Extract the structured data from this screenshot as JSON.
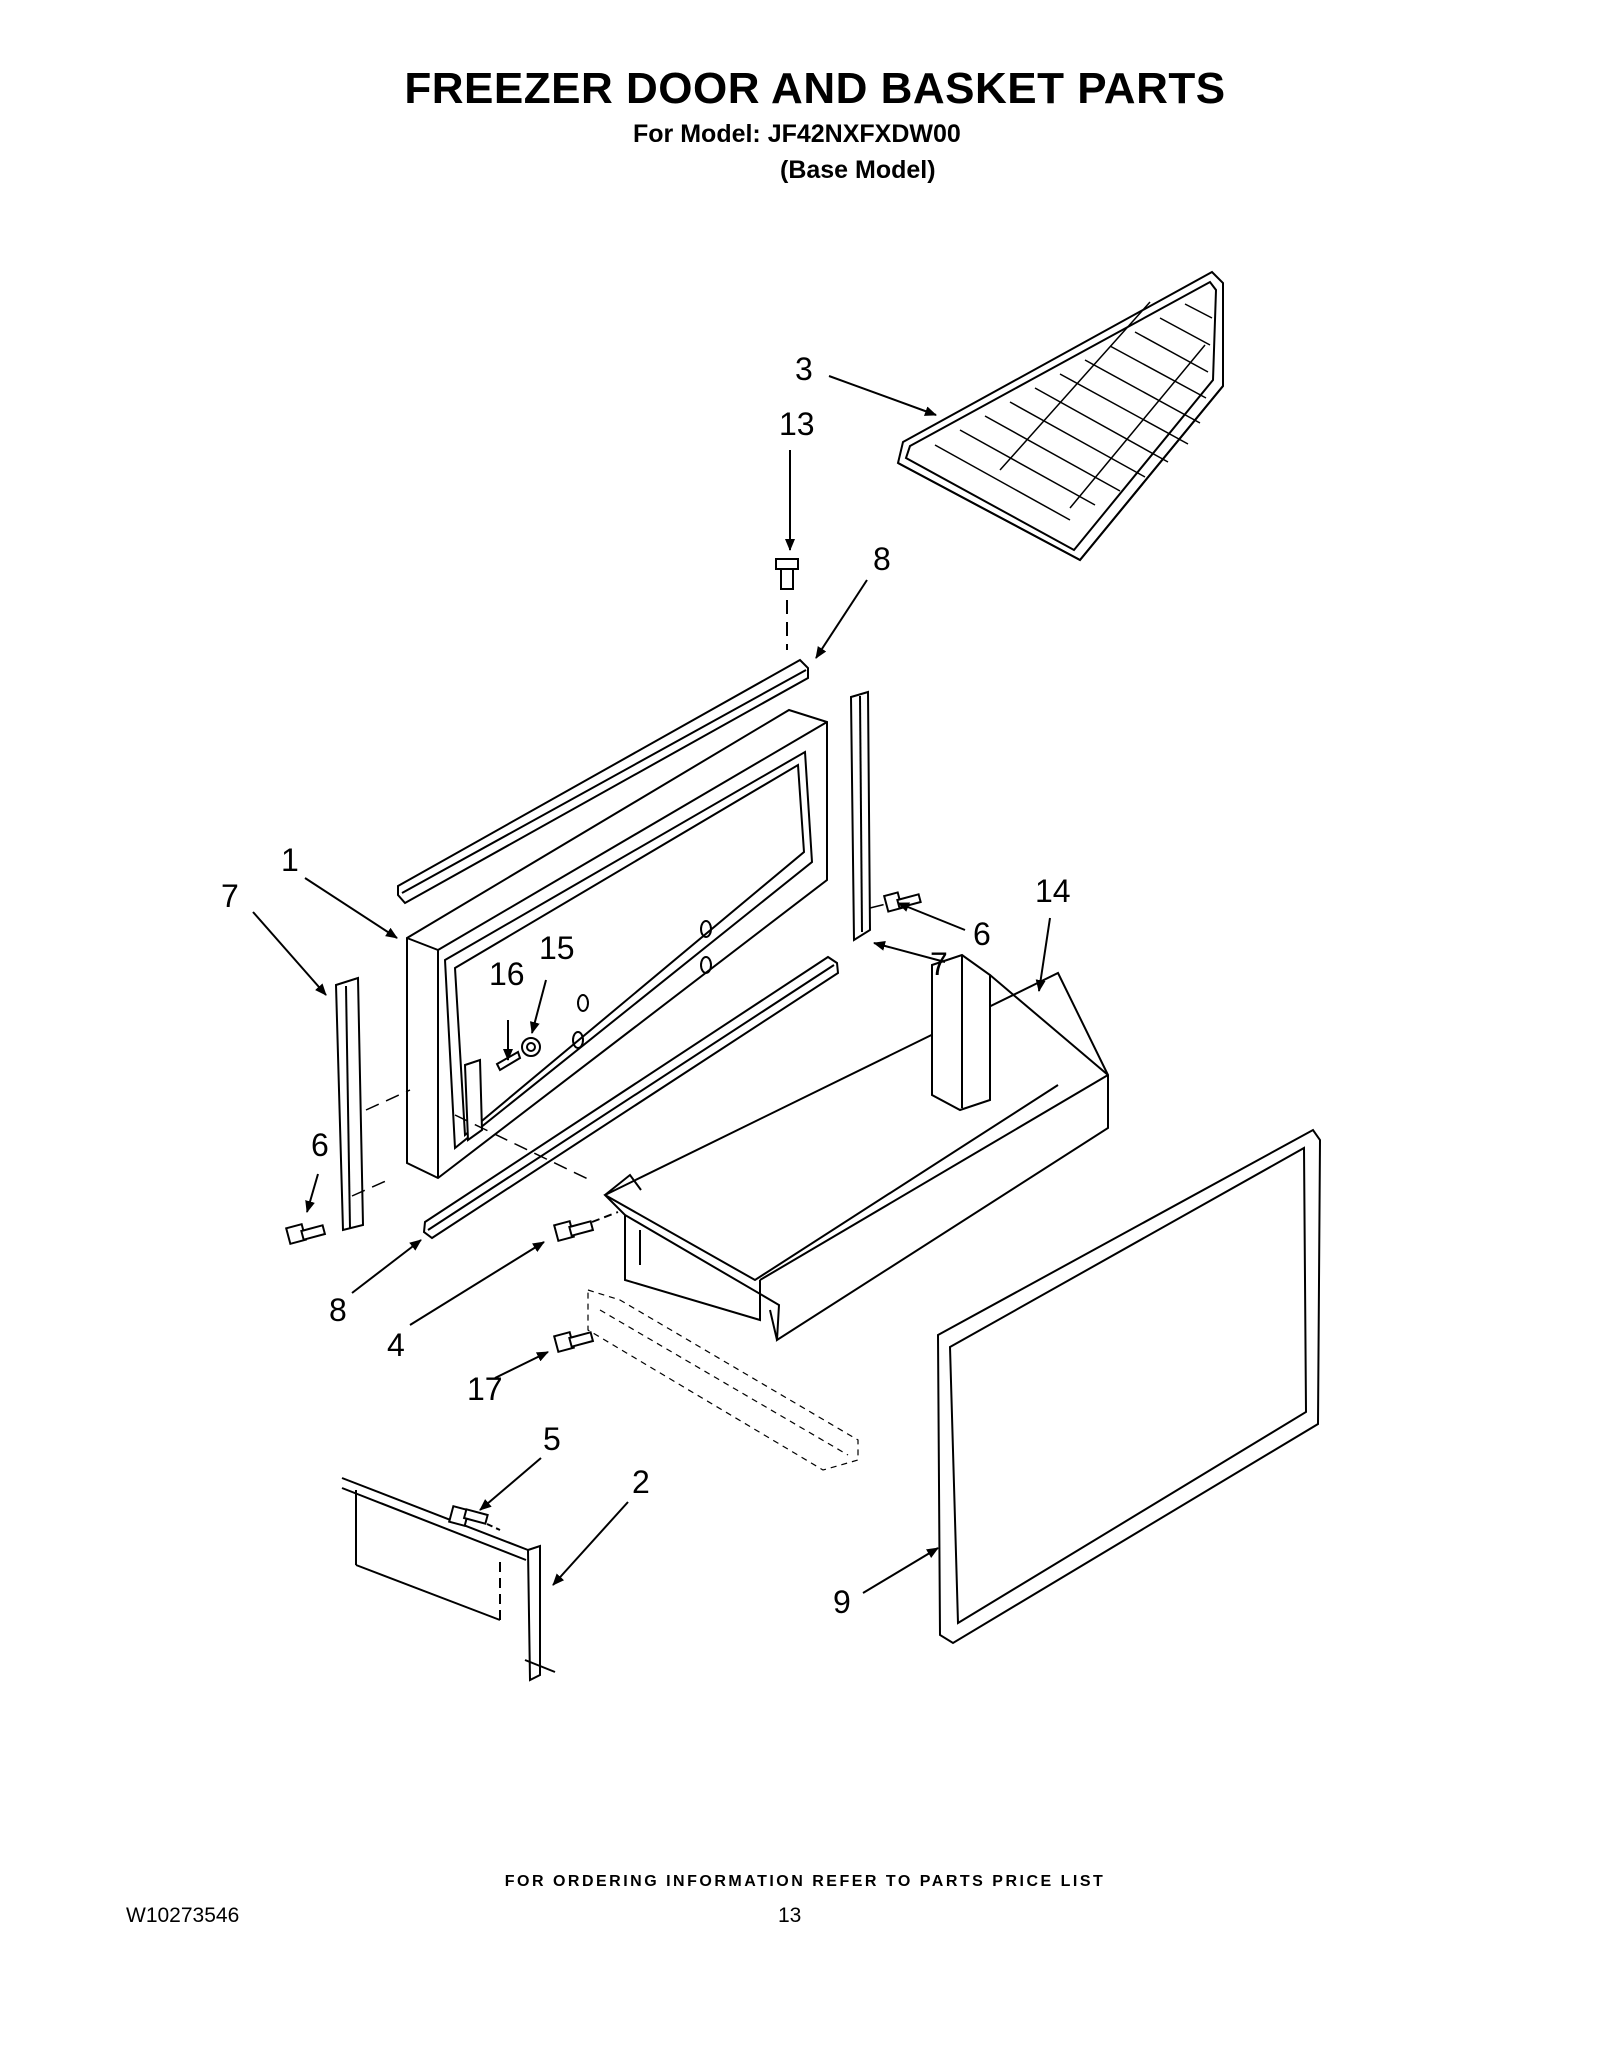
{
  "header": {
    "title": "FREEZER DOOR AND BASKET PARTS",
    "model_line": "For Model: JF42NXFXDW00",
    "model_note": "(Base Model)"
  },
  "callouts": {
    "c1": "1",
    "c2": "2",
    "c3": "3",
    "c4": "4",
    "c5": "5",
    "c6_left": "6",
    "c6_right": "6",
    "c7_left": "7",
    "c7_right": "7",
    "c8_top": "8",
    "c8_bottom": "8",
    "c9": "9",
    "c13": "13",
    "c14": "14",
    "c15": "15",
    "c16": "16",
    "c17": "17"
  },
  "footer": {
    "ordering_note": "FOR ORDERING INFORMATION REFER TO PARTS PRICE LIST",
    "doc_number": "W10273546",
    "page_number": "13"
  }
}
